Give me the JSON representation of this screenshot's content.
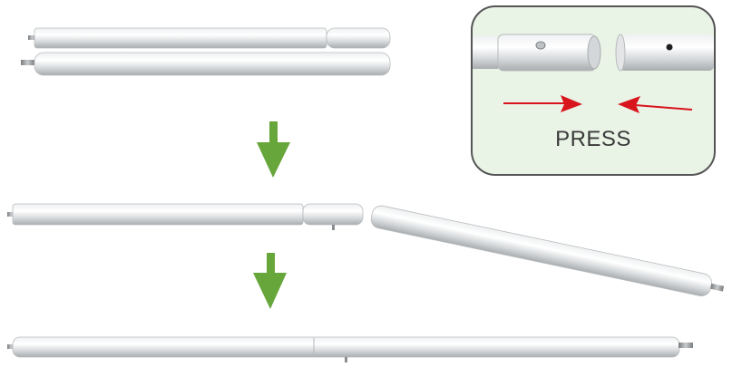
{
  "diagram": {
    "title": "",
    "inset": {
      "label": "PRESS",
      "background_color": "#e9f3e6",
      "border_color": "#555555",
      "arrow_color": "#d8141c"
    },
    "step_arrow_color": "#66a63a",
    "pole_color": "#d8dadc",
    "steps": [
      {
        "id": "folded",
        "description_icon": "folded-pole-icon"
      },
      {
        "id": "unfolding",
        "description_icon": "unfolding-pole-icon"
      },
      {
        "id": "assembled",
        "description_icon": "assembled-pole-icon"
      }
    ]
  }
}
